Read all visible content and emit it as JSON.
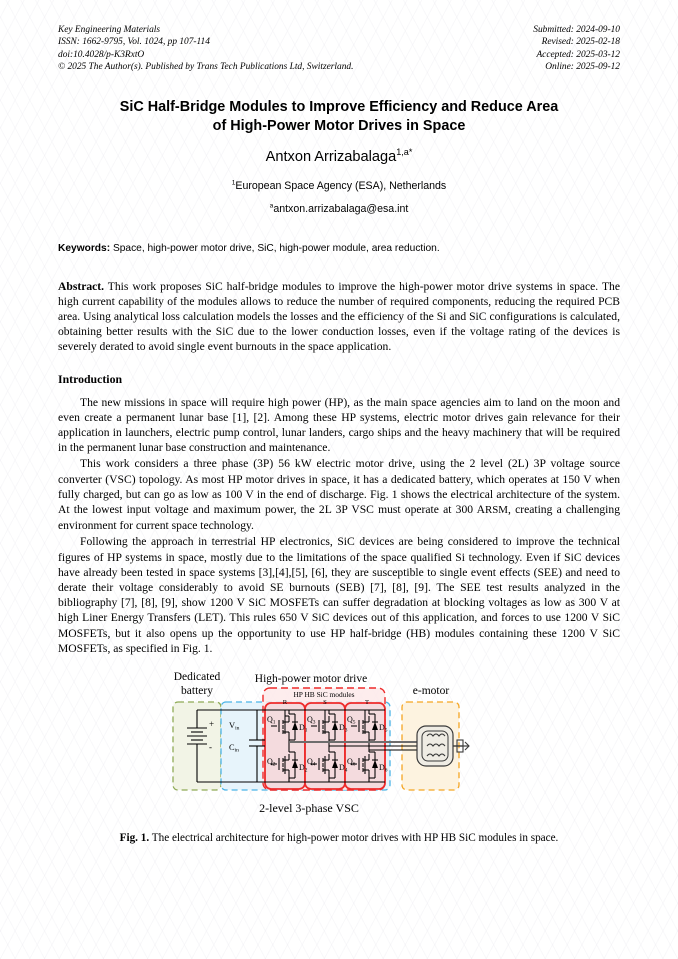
{
  "journal_header": {
    "left": [
      "Key Engineering Materials",
      "ISSN: 1662-9795, Vol. 1024, pp 107-114",
      "doi:10.4028/p-K3RxtO",
      "© 2025 The Author(s). Published by Trans Tech Publications Ltd, Switzerland."
    ],
    "right": [
      "Submitted: 2024-09-10",
      "Revised: 2025-02-18",
      "Accepted: 2025-03-12",
      "Online: 2025-09-12"
    ]
  },
  "title": {
    "line1": "SiC Half-Bridge Modules to Improve Efficiency and Reduce Area",
    "line2": "of High-Power Motor Drives in Space"
  },
  "author": {
    "name": "Antxon Arrizabalaga",
    "marker": "1,a*",
    "affiliation_marker": "1",
    "affiliation": "European Space Agency (ESA), Netherlands",
    "email_marker": "a",
    "email": "antxon.arrizabalaga@esa.int"
  },
  "keywords": {
    "label": "Keywords:",
    "value": "Space, high-power motor drive, SiC, high-power module, area reduction."
  },
  "abstract": {
    "label": "Abstract.",
    "text": "This work proposes SiC half-bridge modules to improve the high-power motor drive systems in space. The high current capability of the modules allows to reduce the number of required components, reducing the required PCB area. Using analytical loss calculation models the losses and the efficiency of the Si and SiC configurations is calculated, obtaining better results with the SiC due to the lower conduction losses, even if the voltage rating of the devices is severely derated to avoid single event burnouts in the space application."
  },
  "introduction": {
    "heading": "Introduction",
    "p1": "The new missions in space will require high power (HP), as the main space agencies aim to land on the moon and even create a permanent lunar base [1], [2]. Among these HP systems, electric motor drives gain relevance for their application in launchers, electric pump control, lunar landers, cargo ships and the heavy machinery that will be required in the permanent lunar base construction and maintenance.",
    "p2_a": "This work considers a three phase (3P) 56 kW electric motor drive, using the 2 level (2L) 3P voltage source converter (VSC) topology. As most HP motor drives in space, it has a dedicated battery, which operates at 150 V when fully charged, but can go as low as 100 V in the end of discharge. Fig. 1 shows the electrical architecture of the system. At the lowest input voltage and maximum power, the 2L 3P VSC must operate at 300 A",
    "p2_sc": "RSM",
    "p2_b": ", creating a challenging environment for current space technology.",
    "p3": "Following the approach in terrestrial HP electronics, SiC devices are being considered to improve the technical figures of HP systems in space, mostly due to the limitations of the space qualified Si technology. Even if SiC devices have already been tested in space systems [3],[4],[5], [6], they are susceptible to single event effects (SEE) and need to derate their voltage considerably to avoid SE burnouts (SEB) [7], [8], [9]. The SEE test results analyzed in the bibliography [7], [8], [9], show 1200 V SiC MOSFETs can suffer degradation at blocking voltages as low as 300 V at high Liner Energy Transfers (LET). This rules 650 V SiC devices out of this application, and forces to use 1200 V SiC MOSFETs, but it also opens up the opportunity to use HP half-bridge (HB) modules containing these 1200 V SiC MOSFETs, as specified in Fig. 1."
  },
  "figure": {
    "labels": {
      "battery_line1": "Dedicated",
      "battery_line2": "battery",
      "motor_drive": "High-power motor drive",
      "modules": "HP HB SiC modules",
      "emotor": "e-motor",
      "bottom": "2-level 3-phase VSC",
      "vin": "V",
      "vin_sub": "in",
      "cin": "C",
      "cin_sub": "in",
      "plus": "+",
      "minus": "-",
      "phase_r": "R",
      "phase_s": "S",
      "phase_t": "T"
    },
    "switches": [
      "Q",
      "Q",
      "Q",
      "Q",
      "Q",
      "Q"
    ],
    "switch_indices": [
      "1",
      "2",
      "3",
      "4",
      "5",
      "6"
    ],
    "diodes": [
      "D",
      "D",
      "D",
      "D",
      "D",
      "D"
    ],
    "diode_indices": [
      "1",
      "2",
      "3",
      "4",
      "5",
      "6"
    ],
    "colors": {
      "battery_box": "#8faa56",
      "battery_fill": "#f2f4e6",
      "vsc_box": "#4bb4e6",
      "vsc_fill": "#e7f4fb",
      "module_box": "#ee2b2b",
      "module_fill": "#f7e3e5",
      "modules_group": "#ee2b2b",
      "modules_group_fill": "#fdeaea",
      "motor_box": "#f5a623",
      "motor_fill": "#fdf3e0",
      "wire": "#000000"
    }
  },
  "figure_caption": {
    "label": "Fig. 1.",
    "text": "The electrical architecture for high-power motor drives with HP HB SiC modules in space."
  }
}
